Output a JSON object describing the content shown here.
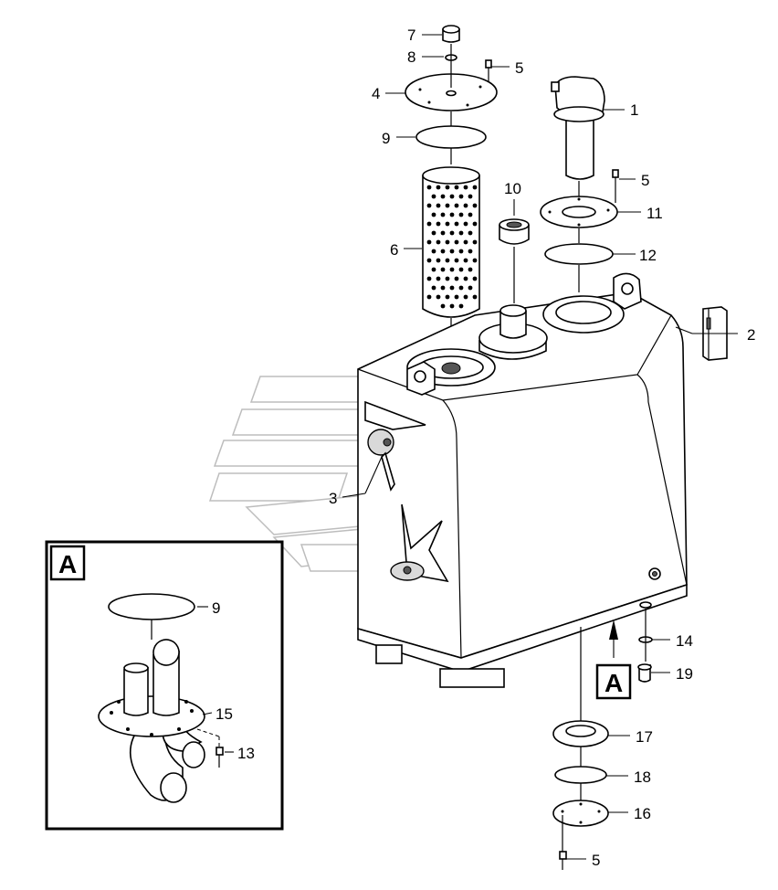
{
  "callouts": {
    "c1": "1",
    "c2": "2",
    "c3": "3",
    "c4": "4",
    "c5a": "5",
    "c5b": "5",
    "c5c": "5",
    "c6": "6",
    "c7": "7",
    "c8": "8",
    "c9a": "9",
    "c9b": "9",
    "c10": "10",
    "c11": "11",
    "c12": "12",
    "c13": "13",
    "c14": "14",
    "c15": "15",
    "c16": "16",
    "c17": "17",
    "c18": "18",
    "c19": "19"
  },
  "detail": {
    "view_label": "A",
    "ref_label": "A"
  }
}
